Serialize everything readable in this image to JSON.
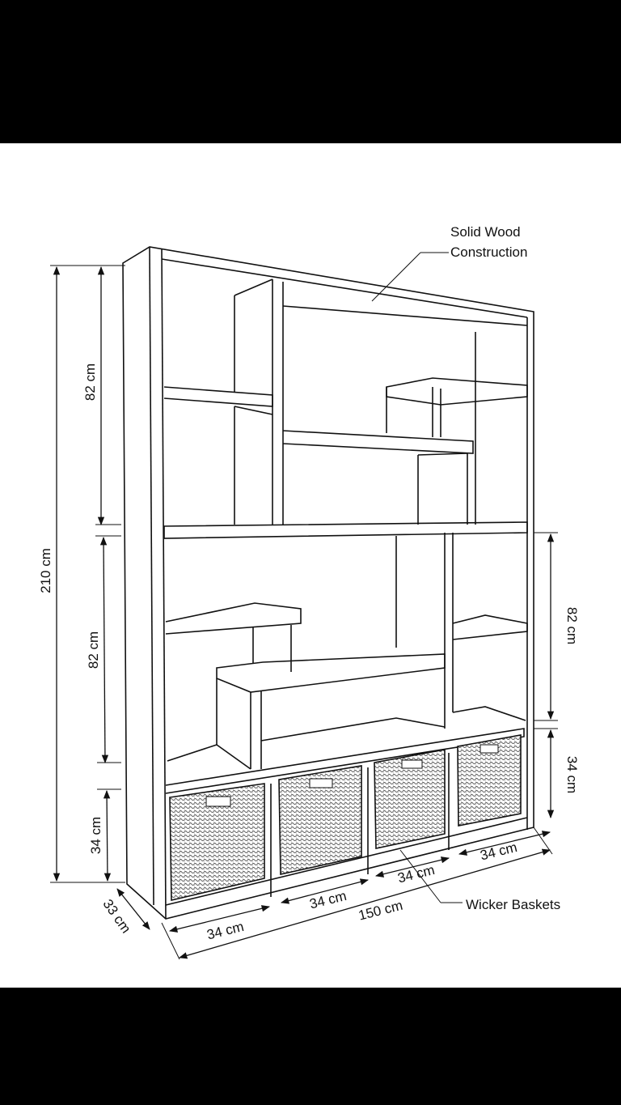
{
  "callouts": {
    "material": [
      "Solid Wood",
      "Construction"
    ],
    "baskets": "Wicker Baskets"
  },
  "dimensions": {
    "total_height": "210 cm",
    "upper_section_left": "82 cm",
    "middle_section_left": "82 cm",
    "basket_height_left": "34 cm",
    "right_section": "82 cm",
    "basket_height_right": "34 cm",
    "depth": "33 cm",
    "total_width": "150 cm",
    "basket_widths": [
      "34 cm",
      "34 cm",
      "34 cm",
      "34 cm"
    ]
  },
  "colors": {
    "line": "#111111",
    "background": "#ffffff",
    "letterbox": "#000000"
  }
}
